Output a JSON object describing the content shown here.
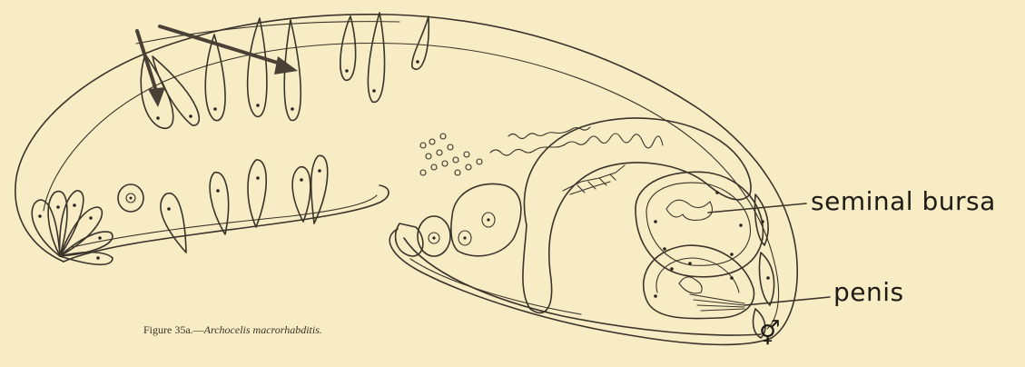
{
  "labels": {
    "seminal_bursa": "seminal bursa",
    "penis": "penis",
    "hermaphrodite_symbol": "⚥"
  },
  "caption": {
    "figure": "Figure 35a.—",
    "species": "Archocelis macrorhabditis."
  },
  "colors": {
    "paper": "#f7ecc4",
    "ink": "#3a342a",
    "pointer_arrow": "#4a4036"
  }
}
